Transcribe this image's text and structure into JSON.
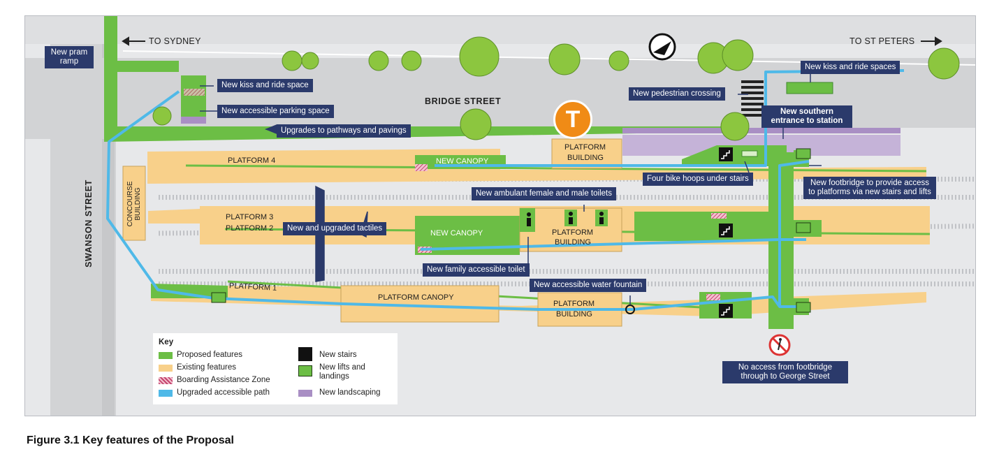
{
  "directions": {
    "sydney": "TO SYDNEY",
    "st_peters": "TO ST PETERS"
  },
  "streets": {
    "bridge": "BRIDGE STREET",
    "swanson": "SWANSON STREET"
  },
  "station_logo": "T",
  "platforms": {
    "p4": "PLATFORM 4",
    "p3": "PLATFORM 3",
    "p2": "PLATFORM 2",
    "p1": "PLATFORM 1"
  },
  "buildings": {
    "concourse": "CONCOURSE BUILDING",
    "building_north_1": "PLATFORM",
    "building_north_2": "BUILDING",
    "building_mid_1": "PLATFORM",
    "building_mid_2": "BUILDING",
    "building_south_1": "PLATFORM",
    "building_south_2": "BUILDING",
    "canopy_top": "NEW CANOPY",
    "canopy_mid": "NEW CANOPY",
    "platform_canopy": "PLATFORM CANOPY"
  },
  "callouts": {
    "pram_ramp": "New pram ramp",
    "kiss_ride_space": "New kiss and ride space",
    "accessible_parking": "New accessible parking space",
    "pathways": "Upgrades to pathways and pavings",
    "pedestrian_crossing": "New pedestrian crossing",
    "kiss_ride_spaces": "New kiss and ride spaces",
    "southern_entrance": "New southern entrance to station",
    "bike_hoops": "Four bike hoops under stairs",
    "ambulant_toilets": "New ambulant female and male toilets",
    "footbridge": "New footbridge to provide access to platforms via new stairs and lifts",
    "tactiles": "New and upgraded tactiles",
    "family_toilet": "New family accessible toilet",
    "water_fountain": "New accessible water fountain",
    "no_access": "No access from footbridge through to George Street"
  },
  "key": {
    "title": "Key",
    "items": [
      {
        "label": "Proposed features",
        "color": "#6cbe45"
      },
      {
        "label": "Existing features",
        "color": "#f8d08a"
      },
      {
        "label": "Boarding Assistance Zone",
        "color": "#d9577f"
      },
      {
        "label": "Upgraded accessible path",
        "color": "#4fb9e8"
      },
      {
        "label": "New stairs",
        "icon": "stairs-icon"
      },
      {
        "label": "New lifts and landings",
        "icon": "lift-icon"
      },
      {
        "label": "New landscaping",
        "color": "#a98fc4"
      }
    ]
  },
  "caption": "Figure 3.1 Key features of the Proposal",
  "colors": {
    "proposed": "#6cbe45",
    "existing": "#f8d08a",
    "path": "#4fb9e8",
    "callout": "#2b3a6b",
    "road": "#d2d3d5",
    "ground": "#e7e8ea",
    "landscape": "#a98fc4",
    "tree": "#8cc63f",
    "logo": "#f08b16"
  }
}
